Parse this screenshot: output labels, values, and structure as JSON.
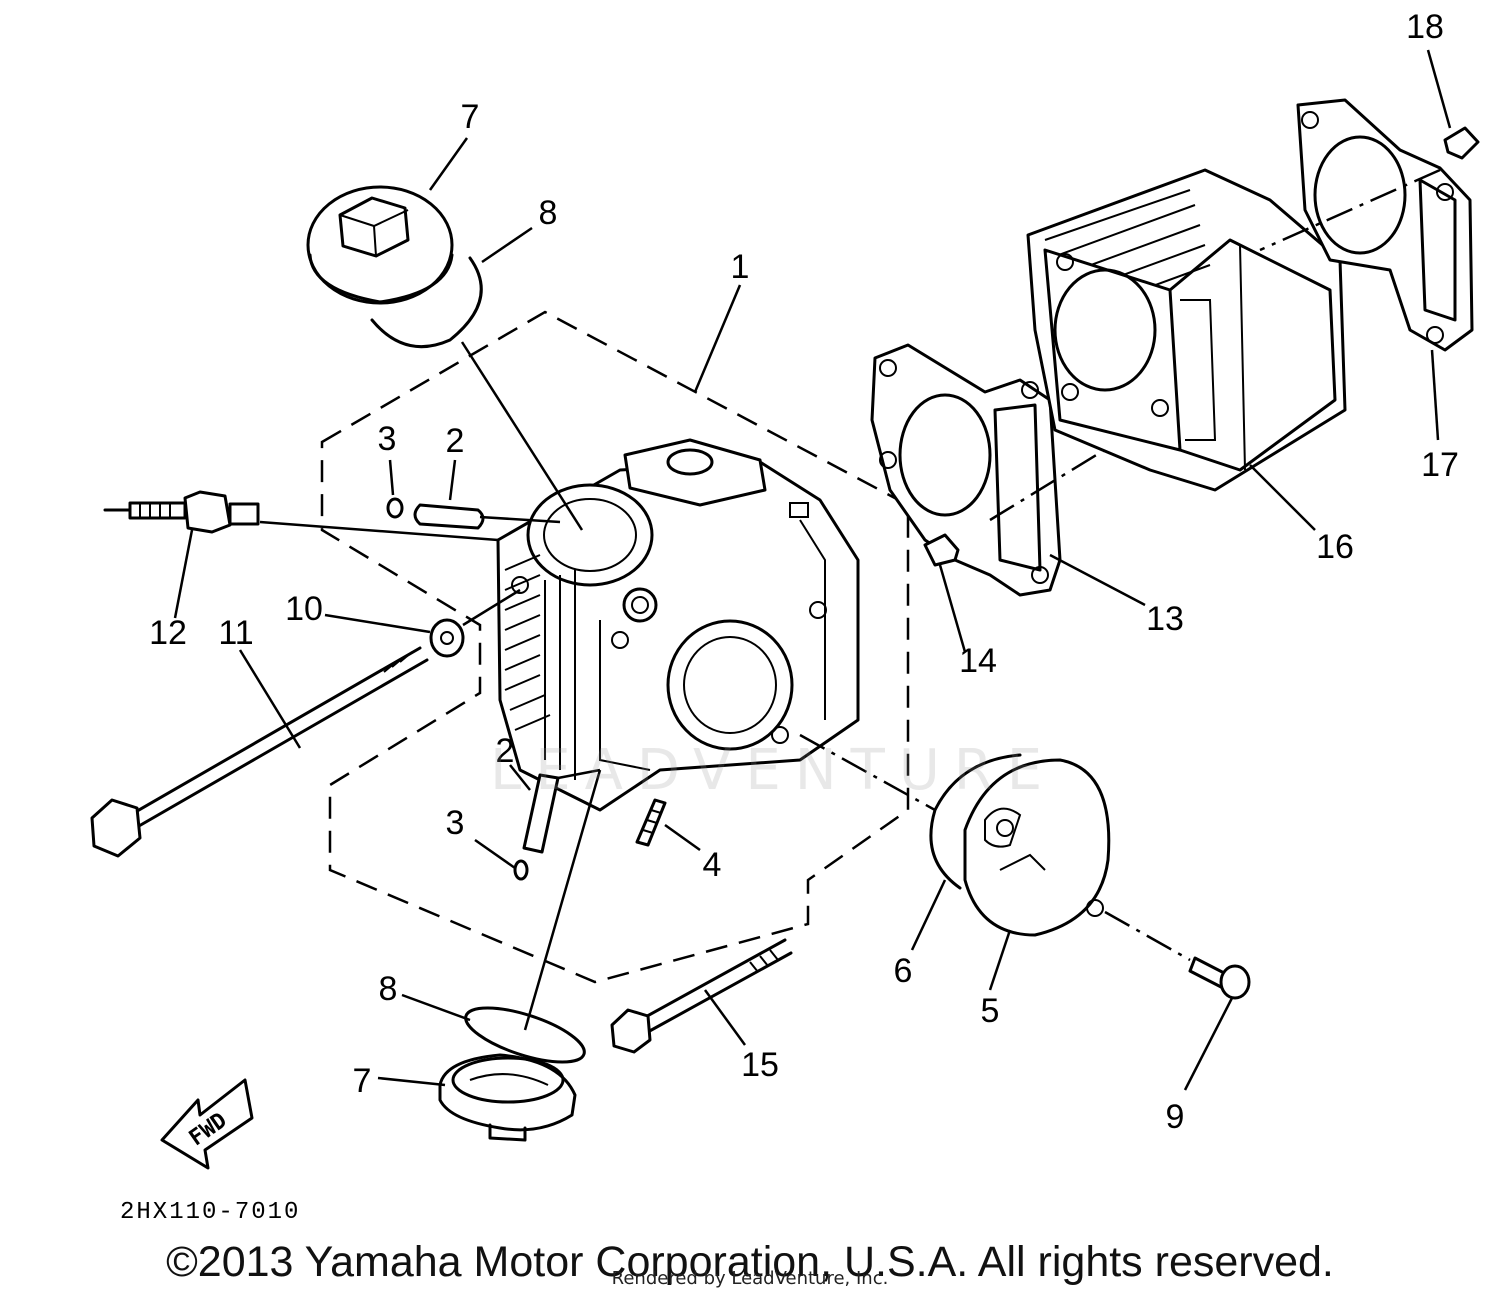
{
  "labels": {
    "l1": "1",
    "l2a": "2",
    "l2b": "2",
    "l3a": "3",
    "l3b": "3",
    "l4": "4",
    "l5": "5",
    "l6": "6",
    "l7a": "7",
    "l7b": "7",
    "l8a": "8",
    "l8b": "8",
    "l9": "9",
    "l10": "10",
    "l11": "11",
    "l12": "12",
    "l13": "13",
    "l14": "14",
    "l15": "15",
    "l16": "16",
    "l17": "17",
    "l18": "18"
  },
  "fwd": "FWD",
  "diagram_code": "2HX110-7010",
  "watermark": "LEADVENTURE",
  "copyright": "©2013 Yamaha Motor Corporation, U.S.A. All rights reserved.",
  "rendered_by": "Rendered by LeadVenture, Inc."
}
